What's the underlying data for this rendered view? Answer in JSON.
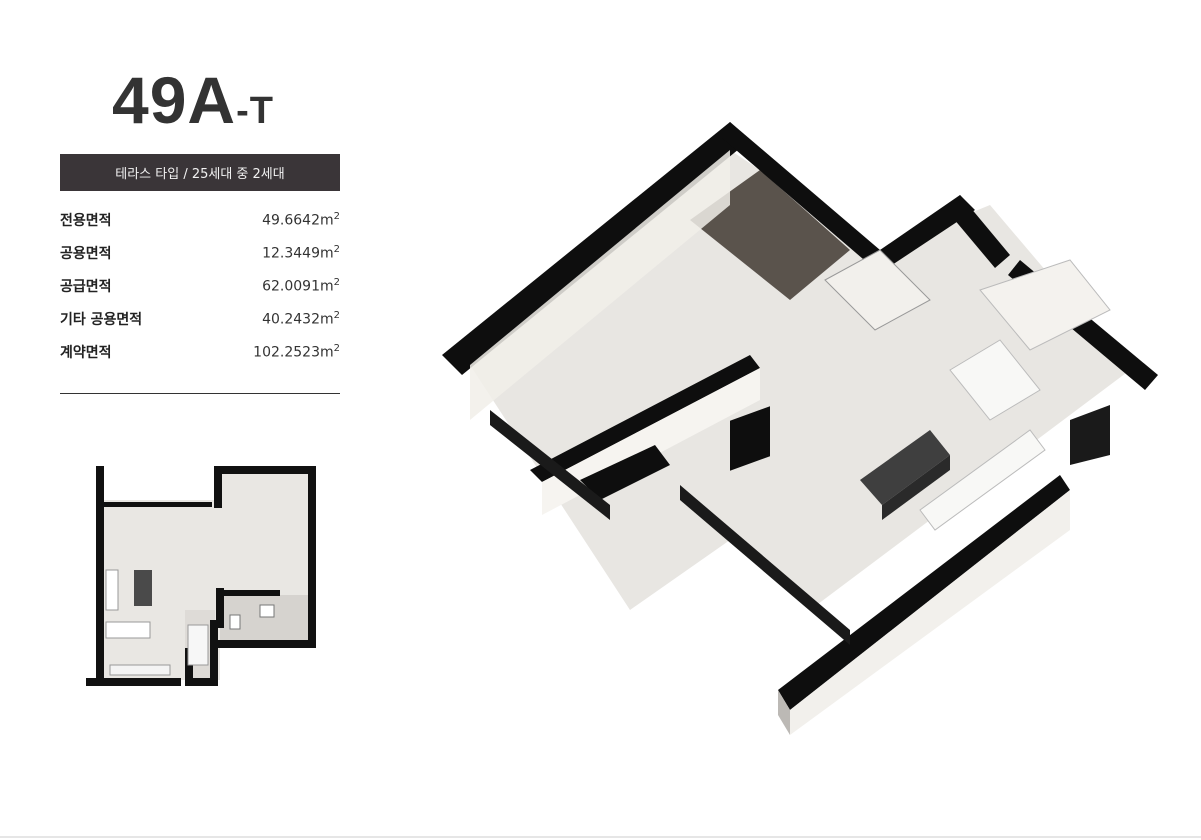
{
  "unit": {
    "type_main": "49A",
    "type_suffix": "-T"
  },
  "banner": {
    "text": "테라스 타입 / 25세대 중 2세대"
  },
  "specs": [
    {
      "label": "전용면적",
      "value": "49.6642m",
      "exp": "2"
    },
    {
      "label": "공용면적",
      "value": "12.3449m",
      "exp": "2"
    },
    {
      "label": "공급면적",
      "value": "62.0091m",
      "exp": "2"
    },
    {
      "label": "기타 공용면적",
      "value": "40.2432m",
      "exp": "2"
    },
    {
      "label": "계약면적",
      "value": "102.2523m",
      "exp": "2"
    }
  ],
  "colors": {
    "banner_bg": "#3a3538",
    "wall": "#111111",
    "floor": "#e9e7e3",
    "island": "#4a4a4a"
  }
}
